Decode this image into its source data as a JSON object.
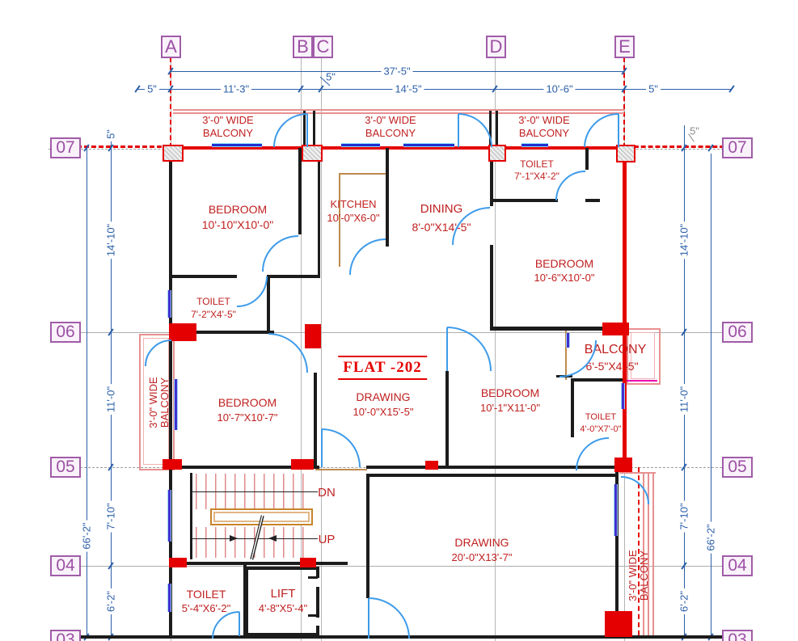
{
  "flat_label": "FLAT -202",
  "grid": {
    "columns": [
      "A",
      "B",
      "C",
      "D",
      "E"
    ],
    "rows": [
      "07",
      "06",
      "05",
      "04",
      "03"
    ]
  },
  "dimensions": {
    "top": {
      "overall": "37'-5\"",
      "left_offset": "5\"",
      "a_b": "11'-3\"",
      "b_c": "5\"",
      "c_d": "14'-5\"",
      "d_e": "10'-6\"",
      "right_offset": "5\""
    },
    "left": {
      "offset": "5\"",
      "r7_r6": "14'-10\"",
      "r6_r5": "11'-0\"",
      "r5_r4": "7'-10\"",
      "r4_r3": "6'-2\"",
      "overall": "66'-2\""
    },
    "right": {
      "offset": "5\"",
      "r7_r6": "14'-10\"",
      "r6_r5": "11'-0\"",
      "r5_r4": "7'-10\"",
      "r4_r3": "6'-2\"",
      "overall": "66'-2\""
    }
  },
  "rooms": {
    "balcony_top_1": {
      "line1": "3'-0\" WIDE",
      "line2": "BALCONY"
    },
    "balcony_top_2": {
      "line1": "3'-0\" WIDE",
      "line2": "BALCONY"
    },
    "balcony_top_3": {
      "line1": "3'-0\" WIDE",
      "line2": "BALCONY"
    },
    "toilet_top_right": {
      "line1": "TOILET",
      "line2": "7'-1\"X4'-2\""
    },
    "bedroom_top_left": {
      "line1": "BEDROOM",
      "line2": "10'-10\"X10'-0\""
    },
    "kitchen": {
      "line1": "KITCHEN",
      "line2": "10'-0\"X6-0\""
    },
    "dining": {
      "line1": "DINING",
      "line2": "8'-0\"X14'-5\""
    },
    "bedroom_right": {
      "line1": "BEDROOM",
      "line2": "10'-6\"X10'-0\""
    },
    "toilet_left": {
      "line1": "TOILET",
      "line2": "7'-2\"X4'-5\""
    },
    "bedroom_left": {
      "line1": "BEDROOM",
      "line2": "10'-7\"X10'-7\""
    },
    "drawing_upper": {
      "line1": "DRAWING",
      "line2": "10'-0\"X15'-5\""
    },
    "bedroom_middle": {
      "line1": "BEDROOM",
      "line2": "10'-1\"X11'-0\""
    },
    "balcony_right": {
      "line1": "BALCONY",
      "line2": "6'-5\"X4'-5\""
    },
    "toilet_right": {
      "line1": "TOILET",
      "line2": "4'-0\"X7'-0\""
    },
    "balcony_west": {
      "line1": "3'-0\" WIDE",
      "line2": "BALCONY"
    },
    "balcony_southeast": {
      "line1": "3'-0\" WIDE",
      "line2": "BALCONY"
    },
    "drawing_lower": {
      "line1": "DRAWING",
      "line2": "20'-0\"X13'-7\""
    },
    "toilet_bottom": {
      "line1": "TOILET",
      "line2": "5'-4\"X6'-2\""
    },
    "lift": {
      "line1": "LIFT",
      "line2": "4'-8\"X5'-4\""
    }
  },
  "stairs": {
    "down_label": "DN",
    "up_label": "UP"
  },
  "colors": {
    "wall_black": "#1c1c1c",
    "wall_red": "#E40000",
    "dimension_blue": "#2B5FA8",
    "label_red": "#C02020",
    "grid_purple": "#9C50A4",
    "door_blue": "#3D9BE9",
    "window_blue": "#1E2FD0",
    "balcony_pink": "#E89090"
  }
}
